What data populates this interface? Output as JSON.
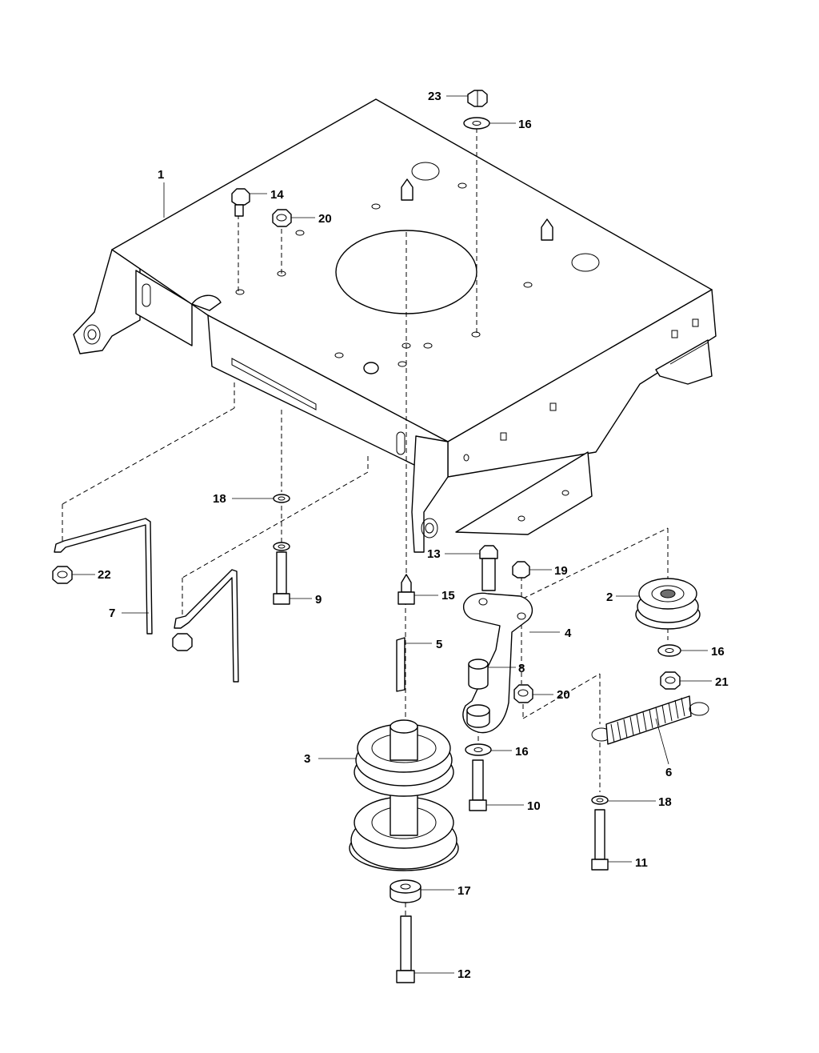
{
  "diagram": {
    "callouts": {
      "c1": "1",
      "c2": "2",
      "c3": "3",
      "c4": "4",
      "c5": "5",
      "c6": "6",
      "c7": "7",
      "c8": "8",
      "c9": "9",
      "c10": "10",
      "c11": "11",
      "c12": "12",
      "c13": "13",
      "c14": "14",
      "c15": "15",
      "c16a": "16",
      "c16b": "16",
      "c16c": "16",
      "c17": "17",
      "c18a": "18",
      "c18b": "18",
      "c19": "19",
      "c20a": "20",
      "c20b": "20",
      "c21": "21",
      "c22": "22",
      "c23": "23"
    }
  }
}
